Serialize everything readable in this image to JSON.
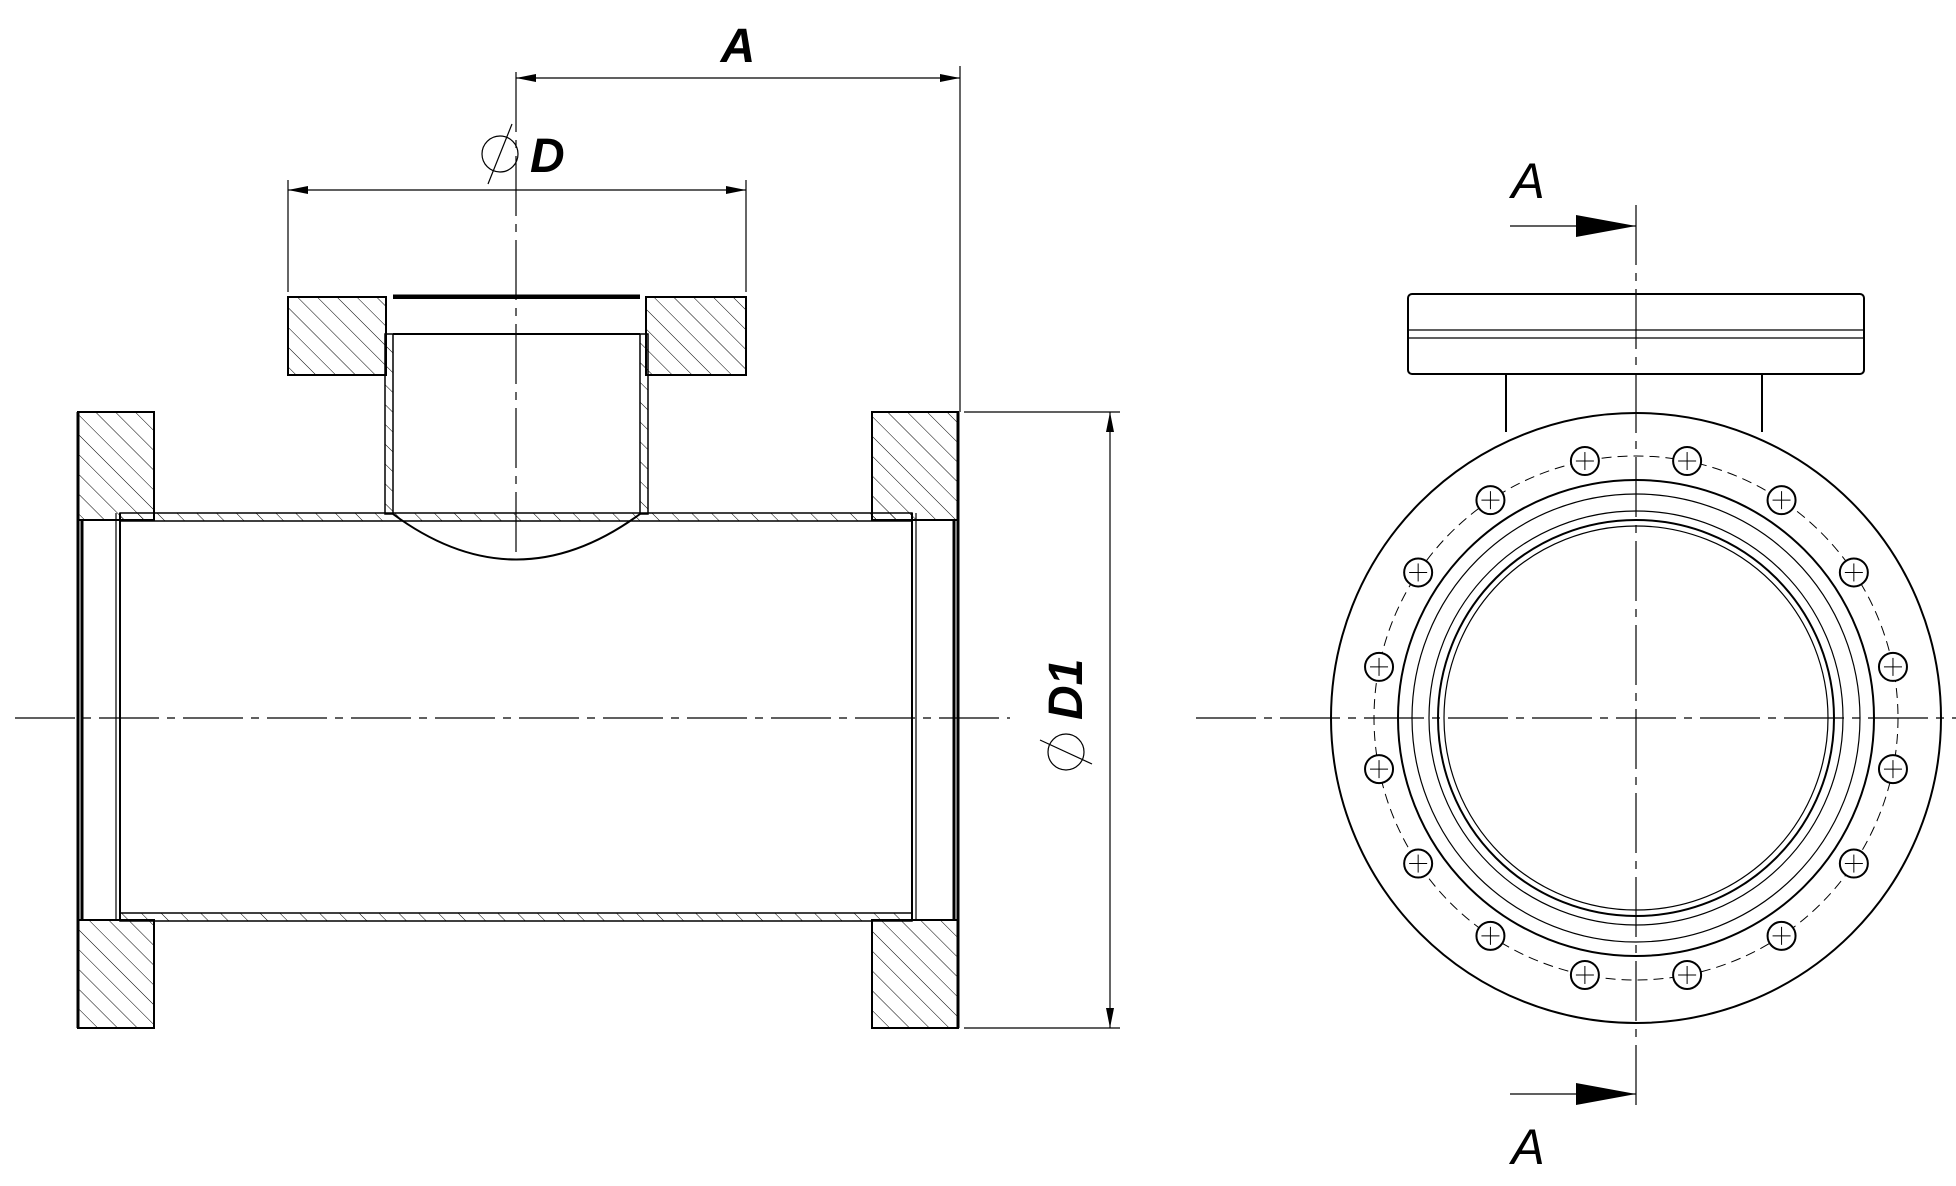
{
  "dimensions": {
    "length_label": "A",
    "branch_diameter_label": "D",
    "main_diameter_label": "D1"
  },
  "section": {
    "top_label": "A",
    "bottom_label": "A"
  },
  "bolt_count": 16,
  "colors": {
    "line": "#000000",
    "background": "#ffffff"
  }
}
